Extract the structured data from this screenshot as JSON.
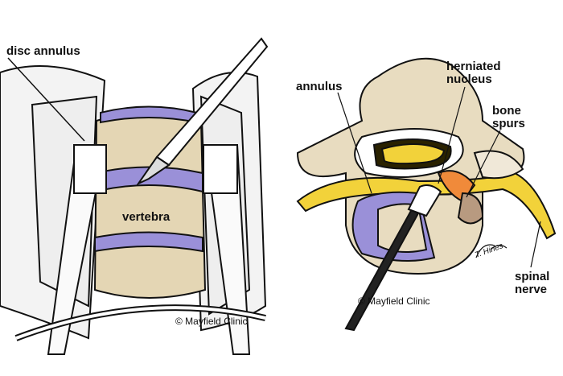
{
  "left_panel": {
    "labels": {
      "disc_annulus": "disc annulus",
      "vertebra": "vertebra"
    },
    "copyright": "© Mayfield Clinic"
  },
  "right_panel": {
    "labels": {
      "annulus": "annulus",
      "herniated_nucleus_1": "herniated",
      "herniated_nucleus_2": "nucleus",
      "bone_spurs_1": "bone",
      "bone_spurs_2": "spurs",
      "spinal_nerve_1": "spinal",
      "spinal_nerve_2": "nerve"
    },
    "copyright": "© Mayfield Clinic",
    "signature": "T. Hines"
  },
  "colors": {
    "bone": "#e8dcc0",
    "disc": "#9a90d8",
    "nerve": "#f2d23a",
    "spur": "#f08a3a",
    "tissue": "#f2f2f2"
  }
}
